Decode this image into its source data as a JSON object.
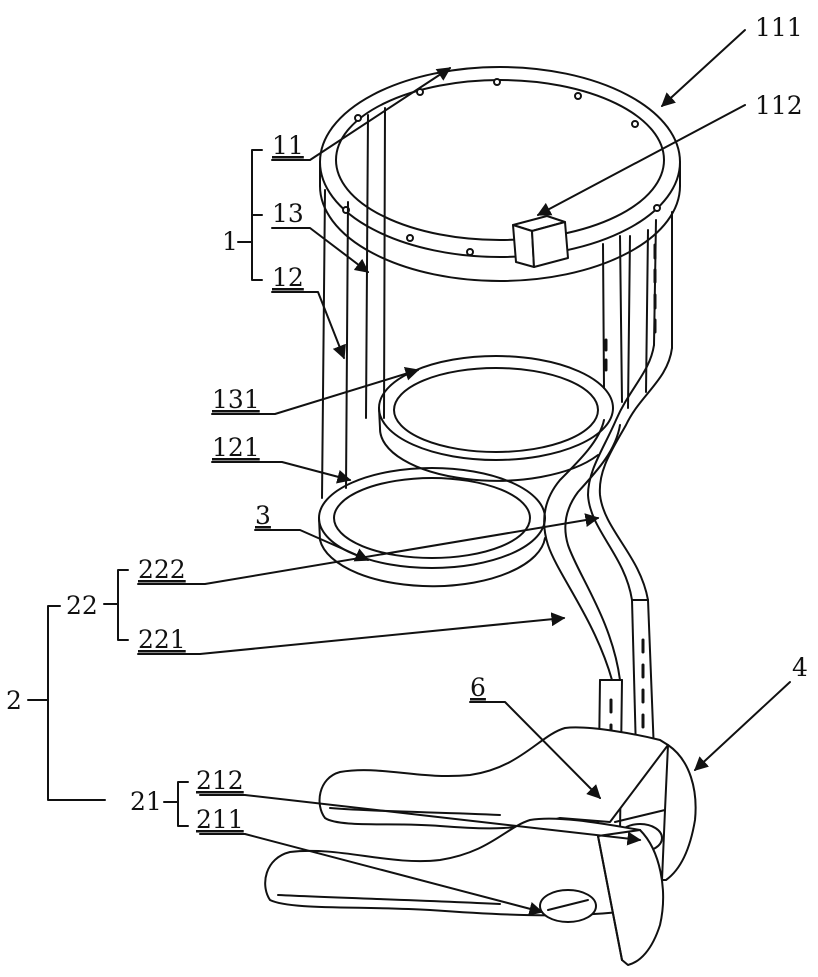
{
  "figure": {
    "labels": {
      "l111": "111",
      "l112": "112",
      "l11": "11",
      "l13": "13",
      "l1": "1",
      "l12": "12",
      "l131": "131",
      "l121": "121",
      "l3": "3",
      "l222": "222",
      "l22": "22",
      "l221": "221",
      "l2": "2",
      "l6": "6",
      "l4": "4",
      "l212": "212",
      "l21": "21",
      "l211": "211"
    }
  }
}
